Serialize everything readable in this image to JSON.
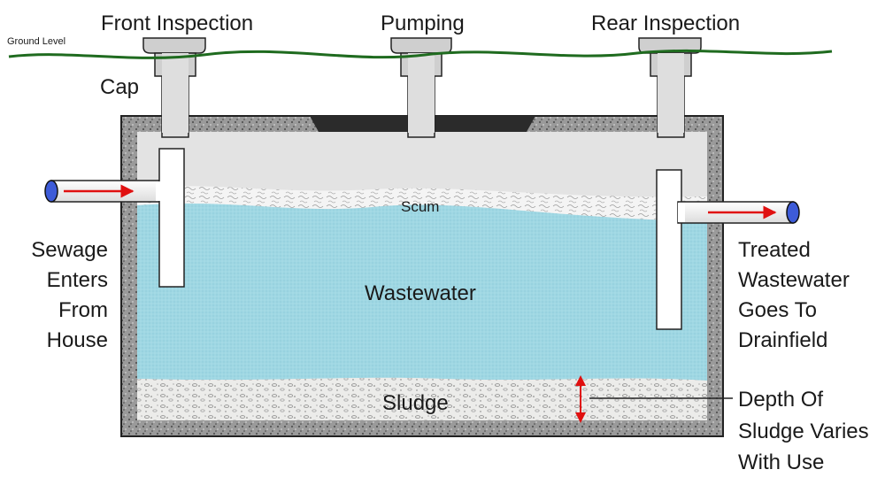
{
  "labels": {
    "ground_level": "Ground Level",
    "front_inspection": "Front Inspection",
    "pumping": "Pumping",
    "rear_inspection": "Rear Inspection",
    "cap": "Cap",
    "scum": "Scum",
    "wastewater": "Wastewater",
    "sludge": "Sludge",
    "sewage_enters": [
      "Sewage",
      "Enters",
      "From",
      "House"
    ],
    "treated_wastewater": [
      "Treated",
      "Wastewater",
      "Goes To",
      "Drainfield"
    ],
    "depth_of_sludge": [
      "Depth Of",
      "Sludge Varies",
      "With Use"
    ]
  },
  "colors": {
    "ground_line": "#1f6b1f",
    "concrete": "#8a8a8a",
    "tank_interior": "#e3e3e3",
    "wastewater": "#9fd7e3",
    "scum": "#f2f2f2",
    "sludge": "#e8e8e6",
    "pipe_end": "#3d5bd8",
    "flow_arrow": "#e01010",
    "riser": "#cfcfcf",
    "lid": "#2b2b2b"
  }
}
